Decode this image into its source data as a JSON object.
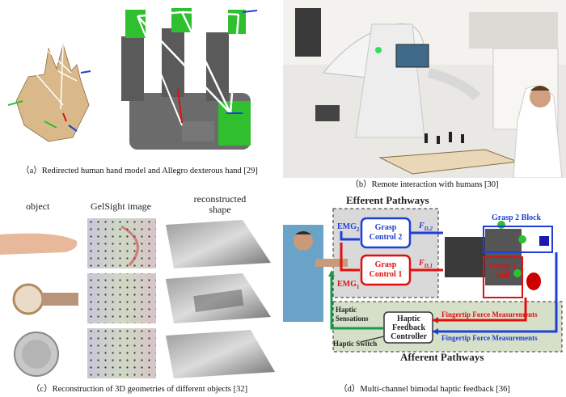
{
  "captions": {
    "a": "（a）Redirected human hand model and Allegro dexterous hand [29]",
    "b": "（b）Remote interaction with humans [30]",
    "c": "（c）Reconstruction of 3D geometries of different objects [32]",
    "d": "（d）Multi-channel bimodal haptic feedback [36]"
  },
  "panel_c": {
    "col_object": "object",
    "col_gelsight": "GelSight image",
    "col_reconstructed": "reconstructed shape"
  },
  "panel_d": {
    "efferent": "Efferent Pathways",
    "afferent": "Afferent Pathways",
    "emg2": "EMG",
    "emg2_sub": "2",
    "emg1": "EMG",
    "emg1_sub": "1",
    "grasp_control_2": "Grasp Control 2",
    "grasp_control_1": "Grasp Control 1",
    "fd2": "F",
    "fd2_sub": "D,2",
    "fd1": "F",
    "fd1_sub": "D,1",
    "grasp2_block": "Grasp 2 Block",
    "grasp1_ball": "Grasp 1 Ball",
    "haptic_sensations": "Haptic Sensations",
    "haptic_feedback_controller": "Haptic Feedback Controller",
    "haptic_switch": "Haptic Switch",
    "fingertip_force_1": "Fingertip Force Measurements",
    "fingertip_force_2": "Fingertip Force Measurements"
  },
  "colors": {
    "blue": "#1e3fd8",
    "red": "#e01010",
    "green": "#1a9a4a",
    "tan": "#d9b98a",
    "robot_green": "#2fbf2f"
  }
}
